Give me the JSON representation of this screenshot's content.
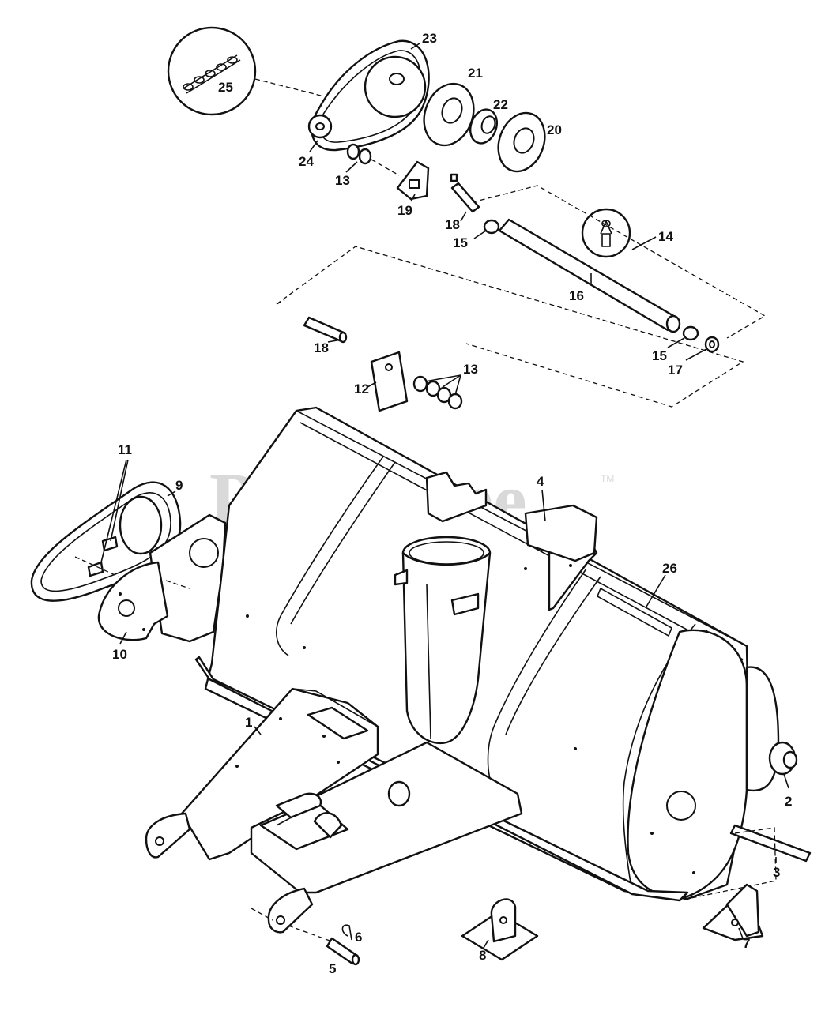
{
  "watermark": {
    "text": "PartsTree",
    "trademark": "TM"
  },
  "callouts": {
    "c1": "1",
    "c2": "2",
    "c3": "3",
    "c4": "4",
    "c5": "5",
    "c6": "6",
    "c7": "7",
    "c8": "8",
    "c9": "9",
    "c10": "10",
    "c11": "11",
    "c12": "12",
    "c13a": "13",
    "c13b": "13",
    "c14": "14",
    "c15a": "15",
    "c15b": "15",
    "c16": "16",
    "c17": "17",
    "c18a": "18",
    "c18b": "18",
    "c19": "19",
    "c20": "20",
    "c21": "21",
    "c22": "22",
    "c23": "23",
    "c24": "24",
    "c25": "25",
    "c26": "26"
  }
}
